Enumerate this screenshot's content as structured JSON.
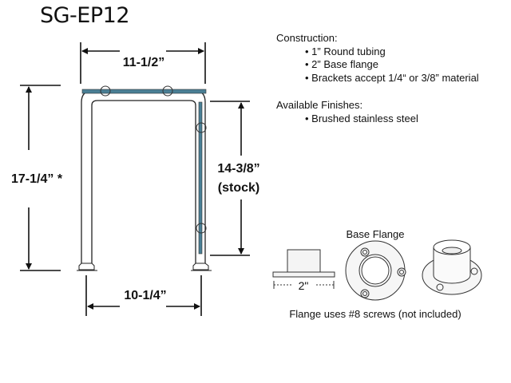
{
  "title": "SG-EP12",
  "dimensions": {
    "top_width": "11-1/2”",
    "height": "17-1/4” *",
    "stock_height": "14-3/8”",
    "stock_note": "(stock)",
    "base_width": "10-1/4”"
  },
  "specs": {
    "construction_heading": "Construction:",
    "construction_items": [
      "• 1” Round tubing",
      "• 2” Base flange",
      "• Brackets accept 1/4“ or 3/8” material"
    ],
    "finishes_heading": "Available Finishes:",
    "finishes_items": [
      "• Brushed stainless steel"
    ]
  },
  "flange": {
    "label": "Base Flange",
    "size": "2\"",
    "caption": "Flange uses #8 screws (not included)"
  },
  "colors": {
    "panel": "#4a7f95",
    "line": "#111111"
  }
}
